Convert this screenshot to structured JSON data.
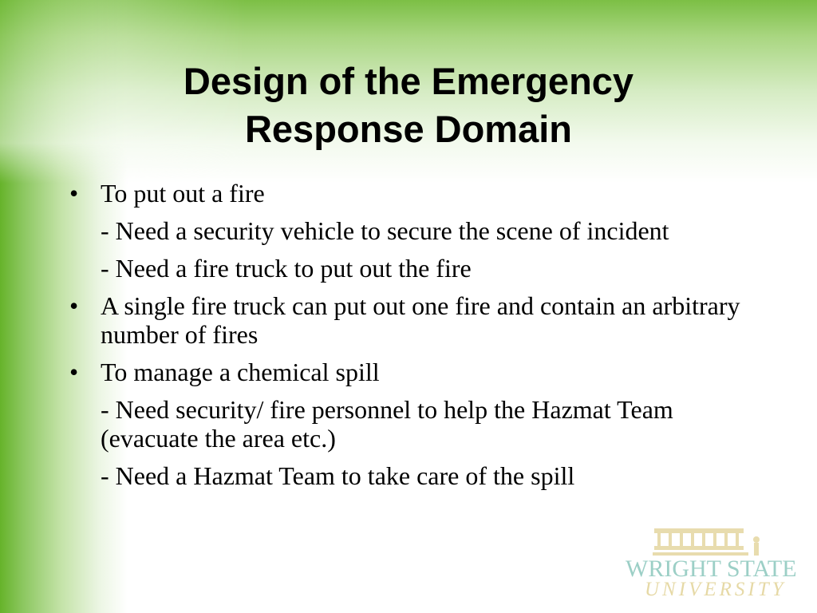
{
  "slide": {
    "title_line1": "Design of the Emergency",
    "title_line2": "Response Domain",
    "bullets": [
      {
        "text": "To put out a fire",
        "subs": [
          "- Need a security vehicle to secure the scene of incident",
          "- Need a fire truck to put out the fire"
        ]
      },
      {
        "text": "A single fire truck can put out one fire and contain an arbitrary number of fires",
        "subs": []
      },
      {
        "text": "To manage a chemical spill",
        "subs": [
          "- Need security/ fire personnel to help the Hazmat Team (evacuate the area etc.)",
          "- Need a Hazmat Team to take care of the spill"
        ]
      }
    ]
  },
  "logo": {
    "line1": "WRIGHT STATE",
    "line2": "UNIVERSITY"
  },
  "colors": {
    "accent_green": "#66b32a",
    "logo_teal": "#9ccfc6",
    "logo_gold": "#e6d9a6"
  }
}
